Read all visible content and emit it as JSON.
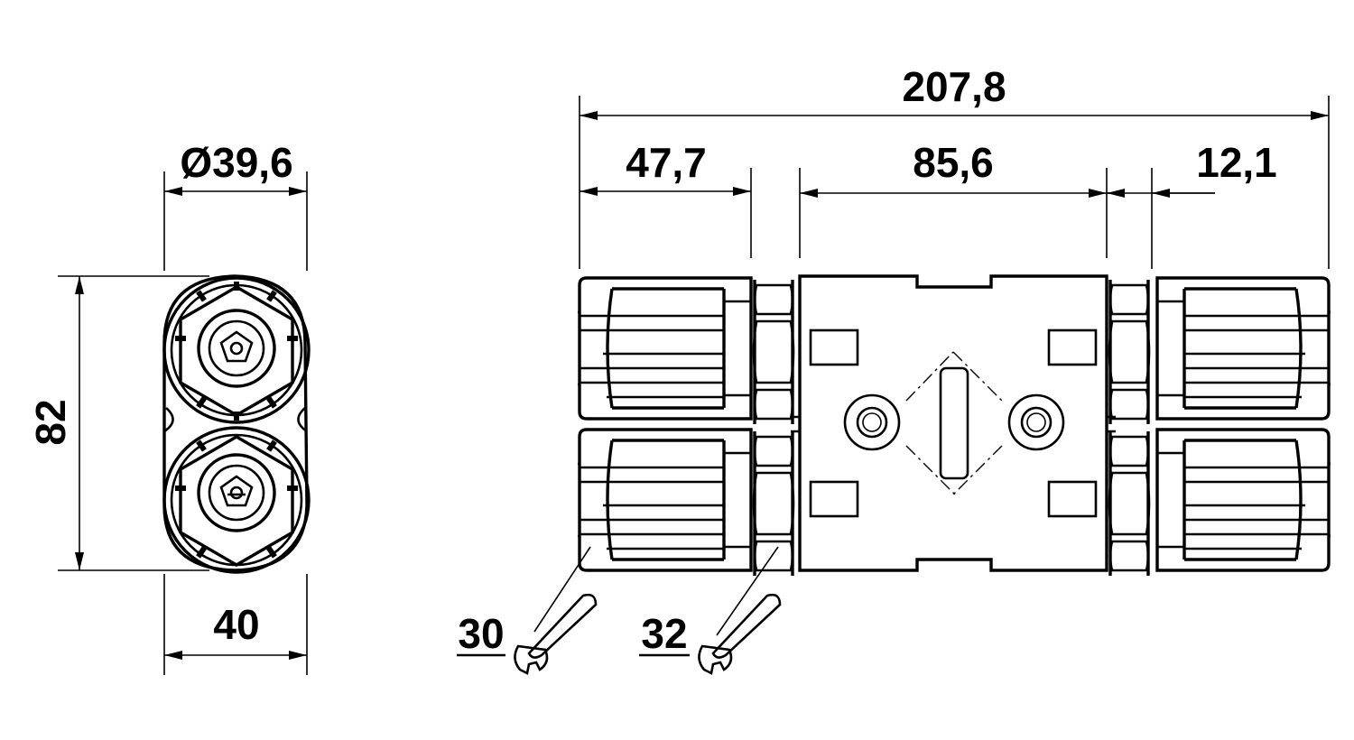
{
  "dimensions": {
    "diameter": "Ø39,6",
    "height": "82",
    "width": "40",
    "total_length": "207,8",
    "left_length": "47,7",
    "middle_length": "85,6",
    "right_length": "12,1"
  },
  "wrenches": {
    "left_size": "30",
    "right_size": "32"
  }
}
